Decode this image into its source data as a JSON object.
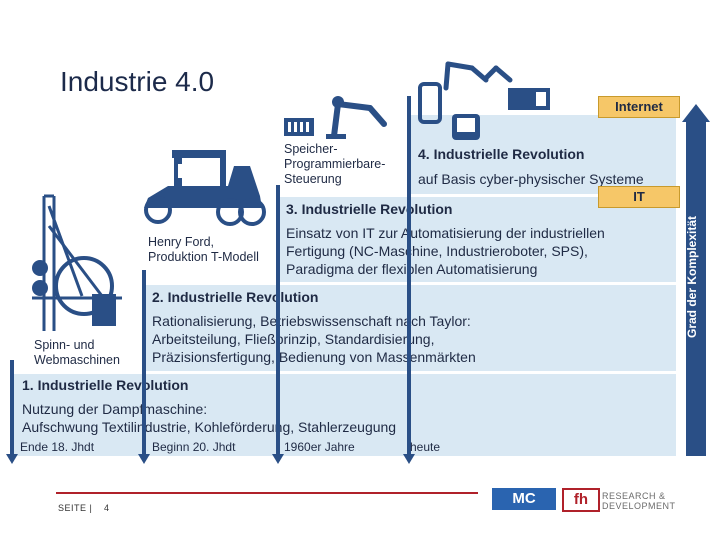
{
  "title": "Industrie 4.0",
  "revolutions": [
    {
      "heading": "1. Industrielle Revolution",
      "text": "Nutzung der Dampfmaschine:\nAufschwung Textilindustrie, Kohleförderung, Stahlerzeugung"
    },
    {
      "heading": "2. Industrielle Revolution",
      "text": "Rationalisierung, Betriebswissenschaft nach Taylor:\nArbeitsteilung, Fließprinzip, Standardisierung,\nPräzisionsfertigung, Bedienung von Massenmärkten"
    },
    {
      "heading": "3. Industrielle Revolution",
      "text": "Einsatz von IT zur Automatisierung der industriellen\nFertigung (NC-Maschine, Industrieroboter, SPS),\nParadigma der flexiblen Automatisierung"
    },
    {
      "heading": "4. Industrielle Revolution",
      "text": "auf Basis cyber-physischer Systeme"
    }
  ],
  "illustration_labels": {
    "spinning": "Spinn- und\nWebmaschinen",
    "ford": "Henry Ford,\nProduktion T-Modell",
    "plc": "Speicher-\nProgrammierbare-\nSteuerung"
  },
  "timeline": [
    "Ende 18. Jhdt",
    "Beginn 20. Jhdt",
    "1960er Jahre",
    "heute"
  ],
  "badges": {
    "internet": "Internet",
    "it": "IT"
  },
  "axis_label": "Grad der Komplexität",
  "footer": {
    "page_label": "SEITE |",
    "page_number": "4"
  },
  "logos": {
    "mc": "MC",
    "fh": "fh",
    "rd": "RESEARCH &\nDEVELOPMENT"
  },
  "colors": {
    "step_fill": "#d9e8f3",
    "accent_blue": "#2a4f86",
    "badge": "#f6c768",
    "footer_red": "#b0212a"
  }
}
